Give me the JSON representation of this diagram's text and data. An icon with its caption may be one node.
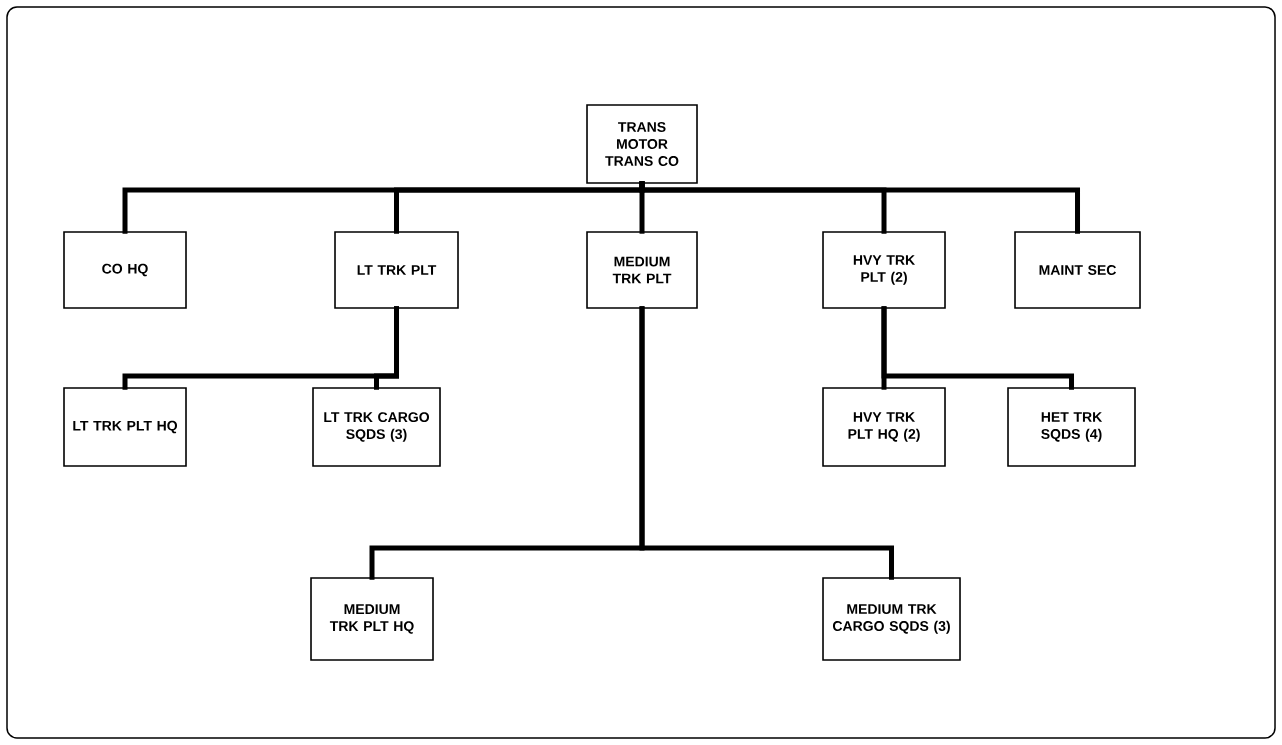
{
  "diagram": {
    "nodes": [
      {
        "text": [
          "TRANS MOTOR TRANS CO"
        ]
      },
      {
        "text": [
          "CO HQ"
        ]
      },
      {
        "text": [
          "LT TRK PLT"
        ]
      },
      {
        "text": [
          "MEDIUM TRK PLT"
        ]
      },
      {
        "text": [
          "HVY TRK PLT (2)"
        ]
      },
      {
        "text": [
          "MAINT SEC"
        ]
      },
      {
        "text": [
          "LT TRK PLT HQ"
        ]
      },
      {
        "text": [
          "LT TRK CARGO SQDS (3)"
        ]
      },
      {
        "text": [
          "HVY TRK PLT HQ (2)"
        ]
      },
      {
        "text": [
          "HET TRK SQDS (4)"
        ]
      },
      {
        "text": [
          "MEDIUM TRK PLT HQ"
        ]
      },
      {
        "text": [
          "MEDIUM TRK CARGO SQDS (3)"
        ]
      }
    ],
    "edges": [
      {
        "from": 0,
        "to": 1,
        "arrow": "none"
      },
      {
        "from": 0,
        "to": 2,
        "arrow": "none"
      },
      {
        "from": 0,
        "to": 3,
        "arrow": "none"
      },
      {
        "from": 0,
        "to": 4,
        "arrow": "none"
      },
      {
        "from": 0,
        "to": 5,
        "arrow": "none"
      },
      {
        "from": 2,
        "to": 6,
        "arrow": "none"
      },
      {
        "from": 2,
        "to": 7,
        "arrow": "none"
      },
      {
        "from": 4,
        "to": 8,
        "arrow": "none"
      },
      {
        "from": 4,
        "to": 9,
        "arrow": "none"
      },
      {
        "from": 3,
        "to": 10,
        "arrow": "none"
      },
      {
        "from": 3,
        "to": 11,
        "arrow": "none"
      }
    ]
  }
}
